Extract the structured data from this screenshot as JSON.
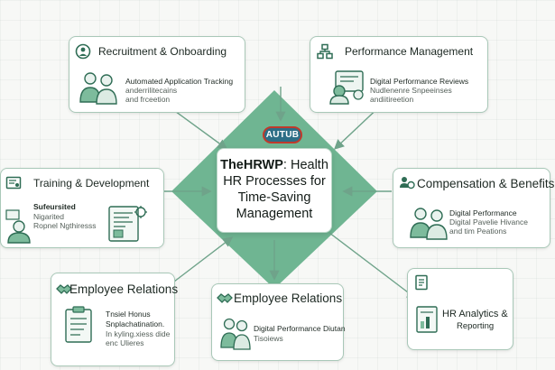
{
  "center": {
    "title_bold": "TheHRWP",
    "title_rest": ": Health HR Processes for Time-Saving Management",
    "logo_text": "AUTUB"
  },
  "cards": {
    "recruitment": {
      "title": "Recruitment & Onboarding",
      "lines": [
        "Automated Application Tracking",
        "anderrilitecains",
        "and frceetion"
      ],
      "icon": "clock-person-icon"
    },
    "performance": {
      "title": "Performance Management",
      "lines": [
        "Digital Performance Reviews",
        "Nudlenenre Snpeeinses",
        "andiitireetion"
      ],
      "icon": "org-chart-icon"
    },
    "training": {
      "title": "Training & Development",
      "lines": [
        "Sufeursited",
        "Nigarited",
        "Ropnel Ngthiresss"
      ],
      "icon": "certificate-icon"
    },
    "compensation": {
      "title": "Compensation & Benefits",
      "lines": [
        "Digital Performance",
        "Digital Pavelie Hivance",
        "and tim Peations"
      ],
      "icon": "people-money-icon"
    },
    "employee_left": {
      "title": "Employee Relations",
      "lines": [
        "Tnsiel Honus",
        "Snplachatination.",
        "In kyling.xiess dide",
        "enc Ulieres"
      ],
      "icon": "handshake-icon"
    },
    "employee_mid": {
      "title": "Employee Relations",
      "lines": [
        "Digital Performance Diutan",
        "Tisoiews"
      ],
      "icon": "handshake-icon"
    },
    "analytics": {
      "title": "HR Analytics & Reporting",
      "title_lines": [
        "HR Analytics &",
        "Reporting"
      ],
      "icon": "document-icon"
    }
  },
  "colors": {
    "diamond": "#6fb592",
    "border": "#a9c8b8",
    "arrow": "#6fa38a",
    "icon": "#2f6d55"
  }
}
